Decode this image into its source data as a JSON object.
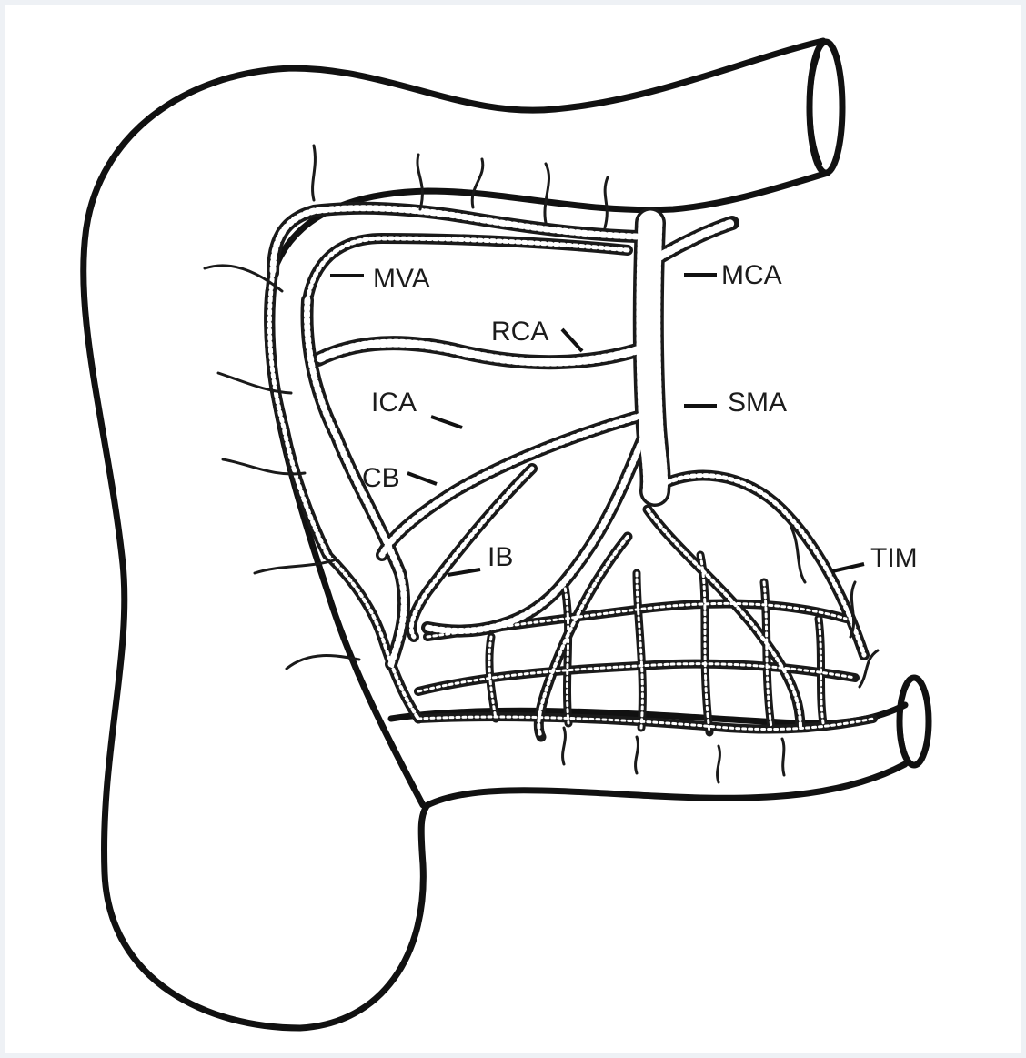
{
  "figure": {
    "labels": {
      "mva": "MVA",
      "mca": "MCA",
      "rca": "RCA",
      "ica": "ICA",
      "sma": "SMA",
      "cb": "CB",
      "ib": "IB",
      "tim": "TIM"
    },
    "colors": {
      "background": "#ffffff",
      "border": "#eef1f5",
      "ink": "#111111"
    }
  }
}
